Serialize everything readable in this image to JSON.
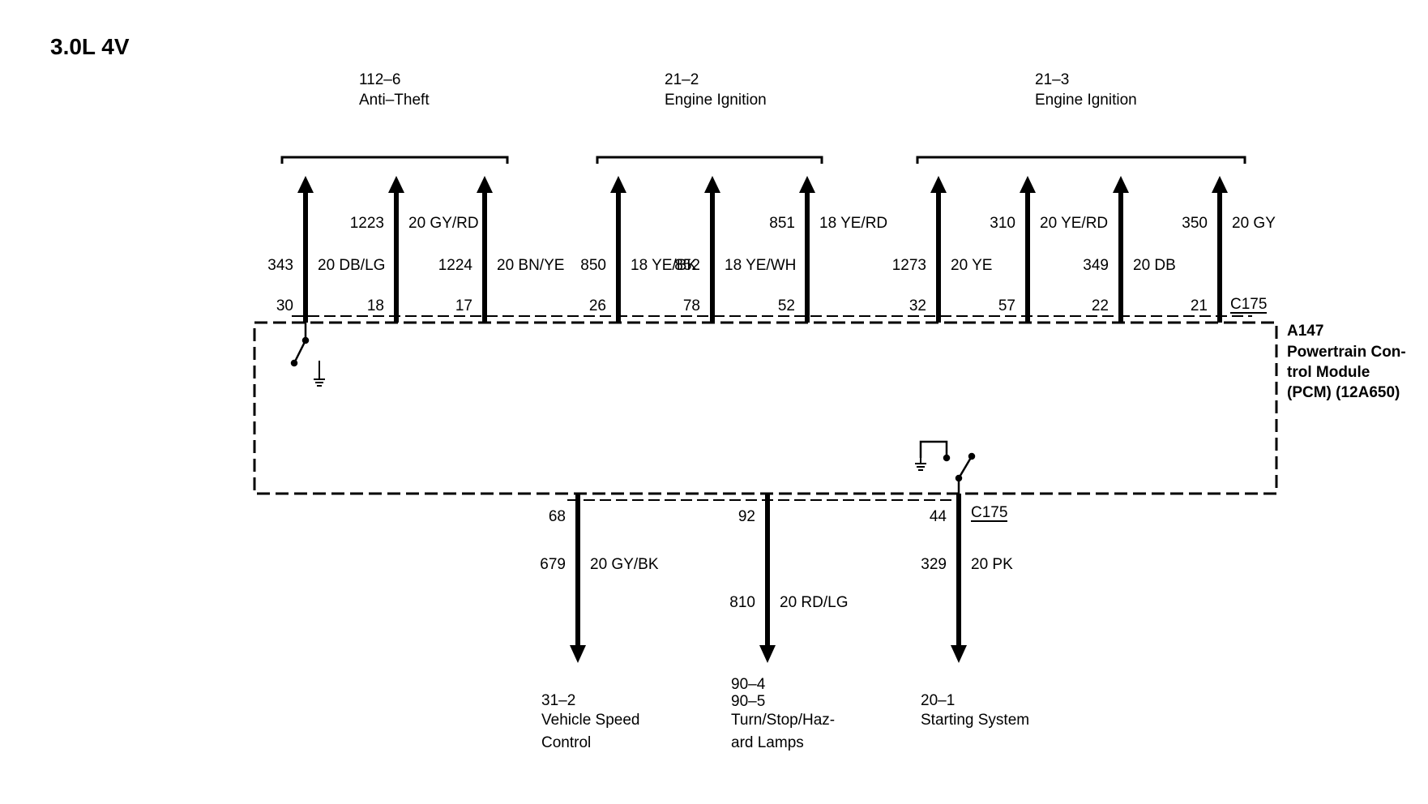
{
  "engine_label": "3.0L 4V",
  "module": {
    "ref": "A147",
    "name_lines": [
      "Powertrain Con-",
      "trol Module",
      "(PCM) (12A650)"
    ]
  },
  "connector": "C175",
  "top_groups": [
    {
      "ref": "112–6",
      "name": "Anti–Theft"
    },
    {
      "ref": "21–2",
      "name": "Engine Ignition"
    },
    {
      "ref": "21–3",
      "name": "Engine Ignition"
    }
  ],
  "top_wires": [
    {
      "pin": "30",
      "circuit": "343",
      "wire": "20 DB/LG"
    },
    {
      "pin": "18",
      "circuit": "1223",
      "wire": "20 GY/RD"
    },
    {
      "pin": "17",
      "circuit": "1224",
      "wire": "20 BN/YE"
    },
    {
      "pin": "26",
      "circuit": "850",
      "wire": "18 YE/BK"
    },
    {
      "pin": "78",
      "circuit": "852",
      "wire": "18 YE/WH"
    },
    {
      "pin": "52",
      "circuit": "851",
      "wire": "18 YE/RD"
    },
    {
      "pin": "32",
      "circuit": "1273",
      "wire": "20 YE"
    },
    {
      "pin": "57",
      "circuit": "310",
      "wire": "20 YE/RD"
    },
    {
      "pin": "22",
      "circuit": "349",
      "wire": "20 DB"
    },
    {
      "pin": "21",
      "circuit": "350",
      "wire": "20 GY"
    }
  ],
  "bottom_wires": [
    {
      "pin": "68",
      "circuit": "679",
      "wire": "20 GY/BK",
      "dest_lines": [
        "31–2",
        "Vehicle Speed",
        "Control"
      ]
    },
    {
      "pin": "92",
      "circuit": "810",
      "wire": "20 RD/LG",
      "dest_lines": [
        "90–4",
        "90–5",
        "Turn/Stop/Haz-",
        "ard Lamps"
      ]
    },
    {
      "pin": "44",
      "circuit": "329",
      "wire": "20 PK",
      "dest_lines": [
        "20–1",
        "Starting System"
      ]
    }
  ]
}
